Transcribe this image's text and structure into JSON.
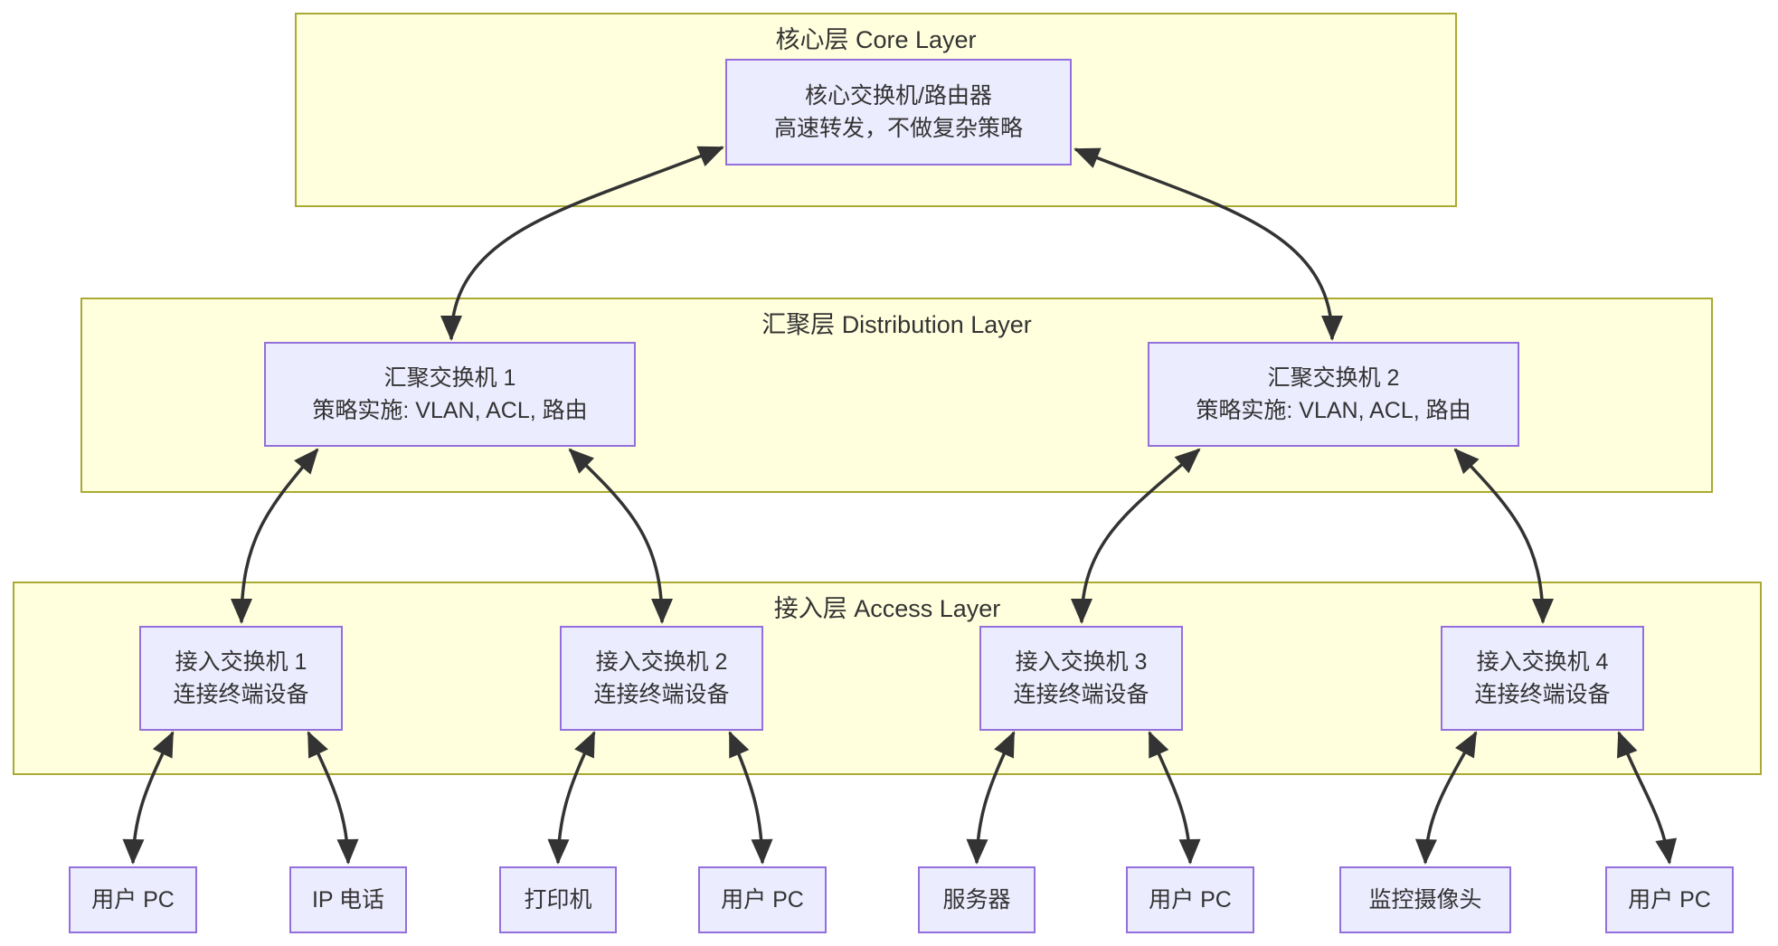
{
  "diagram": {
    "layers": {
      "core": {
        "title": "核心层 Core Layer"
      },
      "distribution": {
        "title": "汇聚层 Distribution Layer"
      },
      "access": {
        "title": "接入层 Access Layer"
      }
    },
    "nodes": {
      "core": {
        "line1": "核心交换机/路由器",
        "line2": "高速转发，不做复杂策略"
      },
      "dist1": {
        "line1": "汇聚交换机 1",
        "line2": "策略实施: VLAN, ACL, 路由"
      },
      "dist2": {
        "line1": "汇聚交换机 2",
        "line2": "策略实施: VLAN, ACL, 路由"
      },
      "as1": {
        "line1": "接入交换机 1",
        "line2": "连接终端设备"
      },
      "as2": {
        "line1": "接入交换机 2",
        "line2": "连接终端设备"
      },
      "as3": {
        "line1": "接入交换机 3",
        "line2": "连接终端设备"
      },
      "as4": {
        "line1": "接入交换机 4",
        "line2": "连接终端设备"
      }
    },
    "devices": [
      {
        "id": "pc1",
        "label": "用户 PC"
      },
      {
        "id": "ipphone",
        "label": "IP 电话"
      },
      {
        "id": "printer",
        "label": "打印机"
      },
      {
        "id": "pc2",
        "label": "用户 PC"
      },
      {
        "id": "server",
        "label": "服务器"
      },
      {
        "id": "pc3",
        "label": "用户 PC"
      },
      {
        "id": "camera",
        "label": "监控摄像头"
      },
      {
        "id": "pc4",
        "label": "用户 PC"
      }
    ],
    "edges": [
      {
        "from": "core",
        "to": "dist1",
        "bidirectional": true
      },
      {
        "from": "core",
        "to": "dist2",
        "bidirectional": true
      },
      {
        "from": "dist1",
        "to": "as1",
        "bidirectional": true
      },
      {
        "from": "dist1",
        "to": "as2",
        "bidirectional": true
      },
      {
        "from": "dist2",
        "to": "as3",
        "bidirectional": true
      },
      {
        "from": "dist2",
        "to": "as4",
        "bidirectional": true
      },
      {
        "from": "as1",
        "to": "pc1",
        "bidirectional": true
      },
      {
        "from": "as1",
        "to": "ipphone",
        "bidirectional": true
      },
      {
        "from": "as2",
        "to": "printer",
        "bidirectional": true
      },
      {
        "from": "as2",
        "to": "pc2",
        "bidirectional": true
      },
      {
        "from": "as3",
        "to": "server",
        "bidirectional": true
      },
      {
        "from": "as3",
        "to": "pc3",
        "bidirectional": true
      },
      {
        "from": "as4",
        "to": "camera",
        "bidirectional": true
      },
      {
        "from": "as4",
        "to": "pc4",
        "bidirectional": true
      }
    ],
    "colors": {
      "layer_fill": "#ffffde",
      "layer_border": "#aaaa33",
      "node_fill": "#ececff",
      "node_border": "#9370db",
      "arrow": "#333333",
      "text": "#333333"
    }
  }
}
